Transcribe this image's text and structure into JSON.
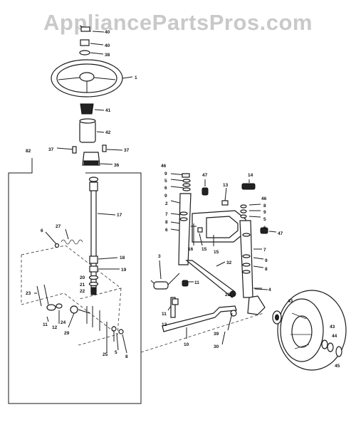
{
  "watermark": "AppliancePartsPros.com",
  "callouts": [
    {
      "id": "c40",
      "text": "40"
    },
    {
      "id": "c38",
      "text": "38"
    },
    {
      "id": "c1",
      "text": "1"
    },
    {
      "id": "c41",
      "text": "41"
    },
    {
      "id": "c42",
      "text": "42"
    },
    {
      "id": "c37a",
      "text": "37"
    },
    {
      "id": "c37b",
      "text": "37"
    },
    {
      "id": "c36",
      "text": "36"
    },
    {
      "id": "c82",
      "text": "82"
    },
    {
      "id": "c17",
      "text": "17"
    },
    {
      "id": "c6a",
      "text": "6"
    },
    {
      "id": "c27",
      "text": "27"
    },
    {
      "id": "c18",
      "text": "18"
    },
    {
      "id": "c19",
      "text": "19"
    },
    {
      "id": "c20",
      "text": "20"
    },
    {
      "id": "c21",
      "text": "21"
    },
    {
      "id": "c22",
      "text": "22"
    },
    {
      "id": "c23",
      "text": "23"
    },
    {
      "id": "c11a",
      "text": "11"
    },
    {
      "id": "c12a",
      "text": "12"
    },
    {
      "id": "c24",
      "text": "24"
    },
    {
      "id": "c29",
      "text": "29"
    },
    {
      "id": "c25",
      "text": "25"
    },
    {
      "id": "c5a",
      "text": "5"
    },
    {
      "id": "c8a",
      "text": "8"
    },
    {
      "id": "c46a",
      "text": "46"
    },
    {
      "id": "c9a",
      "text": "9"
    },
    {
      "id": "c5b",
      "text": "5"
    },
    {
      "id": "c6b",
      "text": "6"
    },
    {
      "id": "c9b",
      "text": "9"
    },
    {
      "id": "c2",
      "text": "2"
    },
    {
      "id": "c7a",
      "text": "7"
    },
    {
      "id": "c8b",
      "text": "8"
    },
    {
      "id": "c6c",
      "text": "6"
    },
    {
      "id": "c47a",
      "text": "47"
    },
    {
      "id": "c13",
      "text": "13"
    },
    {
      "id": "c14",
      "text": "14"
    },
    {
      "id": "c46b",
      "text": "46"
    },
    {
      "id": "c8c",
      "text": "8"
    },
    {
      "id": "c9c",
      "text": "9"
    },
    {
      "id": "c5c",
      "text": "5"
    },
    {
      "id": "c6d",
      "text": "6"
    },
    {
      "id": "c47b",
      "text": "47"
    },
    {
      "id": "c16",
      "text": "16"
    },
    {
      "id": "c15a",
      "text": "15"
    },
    {
      "id": "c15b",
      "text": "15"
    },
    {
      "id": "c3",
      "text": "3"
    },
    {
      "id": "c7b",
      "text": "7"
    },
    {
      "id": "c9d",
      "text": "9"
    },
    {
      "id": "c8d",
      "text": "8"
    },
    {
      "id": "c32",
      "text": "32"
    },
    {
      "id": "c11b",
      "text": "11"
    },
    {
      "id": "c28",
      "text": "28"
    },
    {
      "id": "c4",
      "text": "4"
    },
    {
      "id": "c11c",
      "text": "11"
    },
    {
      "id": "c12b",
      "text": "12"
    },
    {
      "id": "c43a",
      "text": "43"
    },
    {
      "id": "c39",
      "text": "39"
    },
    {
      "id": "c10",
      "text": "10"
    },
    {
      "id": "c30",
      "text": "30"
    },
    {
      "id": "c43b",
      "text": "43"
    },
    {
      "id": "c44",
      "text": "44"
    },
    {
      "id": "c45",
      "text": "45"
    }
  ]
}
